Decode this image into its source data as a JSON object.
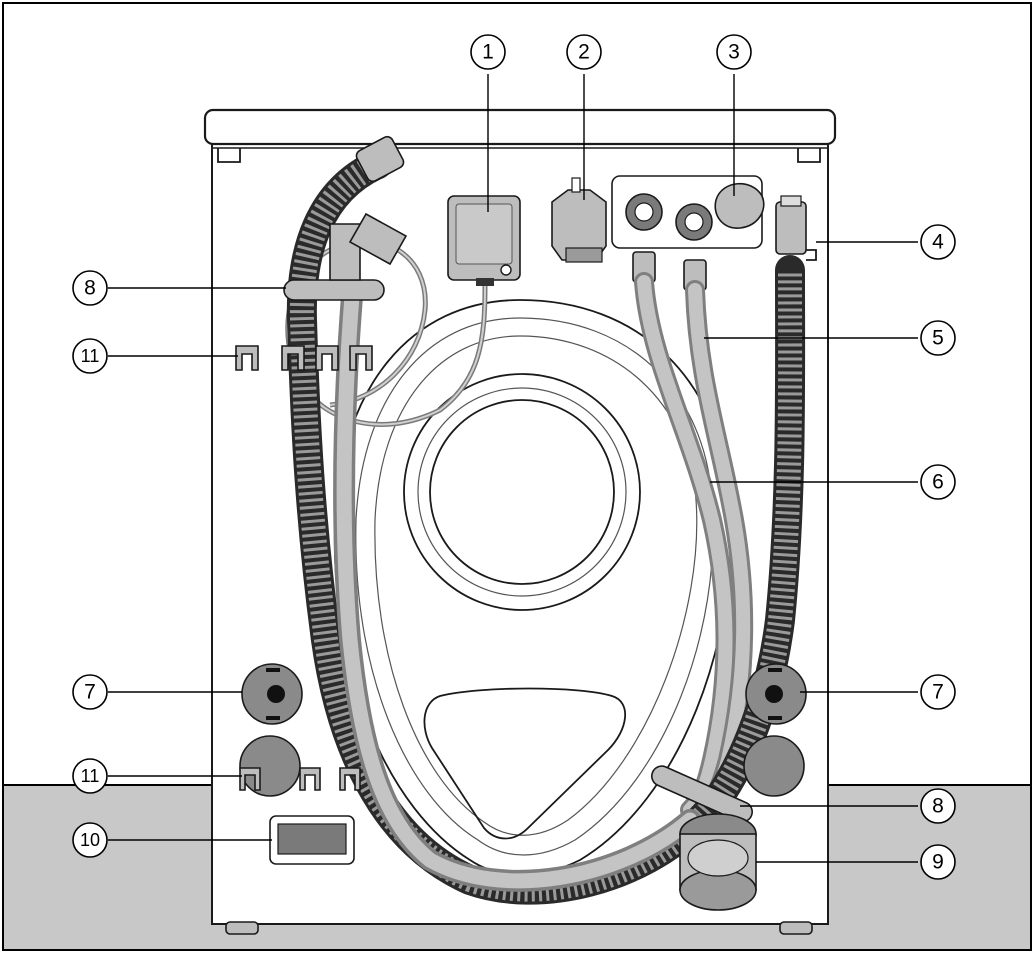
{
  "callouts": [
    {
      "label": "1",
      "part": "power-supply-box"
    },
    {
      "label": "2",
      "part": "mains-plug-holder"
    },
    {
      "label": "3",
      "part": "water-inlet-cover"
    },
    {
      "label": "4",
      "part": "hose-outlet-bend"
    },
    {
      "label": "5",
      "part": "cold-inlet-hose"
    },
    {
      "label": "6",
      "part": "hot-inlet-hose"
    },
    {
      "label": "7",
      "part": "transit-bar-socket"
    },
    {
      "label": "7",
      "part": "transit-bar-socket"
    },
    {
      "label": "8",
      "part": "hose-holder"
    },
    {
      "label": "8",
      "part": "hose-holder"
    },
    {
      "label": "9",
      "part": "drain-outlet"
    },
    {
      "label": "10",
      "part": "access-cover"
    },
    {
      "label": "11",
      "part": "hose-clip"
    },
    {
      "label": "11",
      "part": "hose-clip"
    }
  ],
  "colors": {
    "floor": "#c8c8c8",
    "machine_panel": "#ffffff",
    "hose_grey": "#9a9a9a",
    "part_grey": "#bdbdbd"
  }
}
